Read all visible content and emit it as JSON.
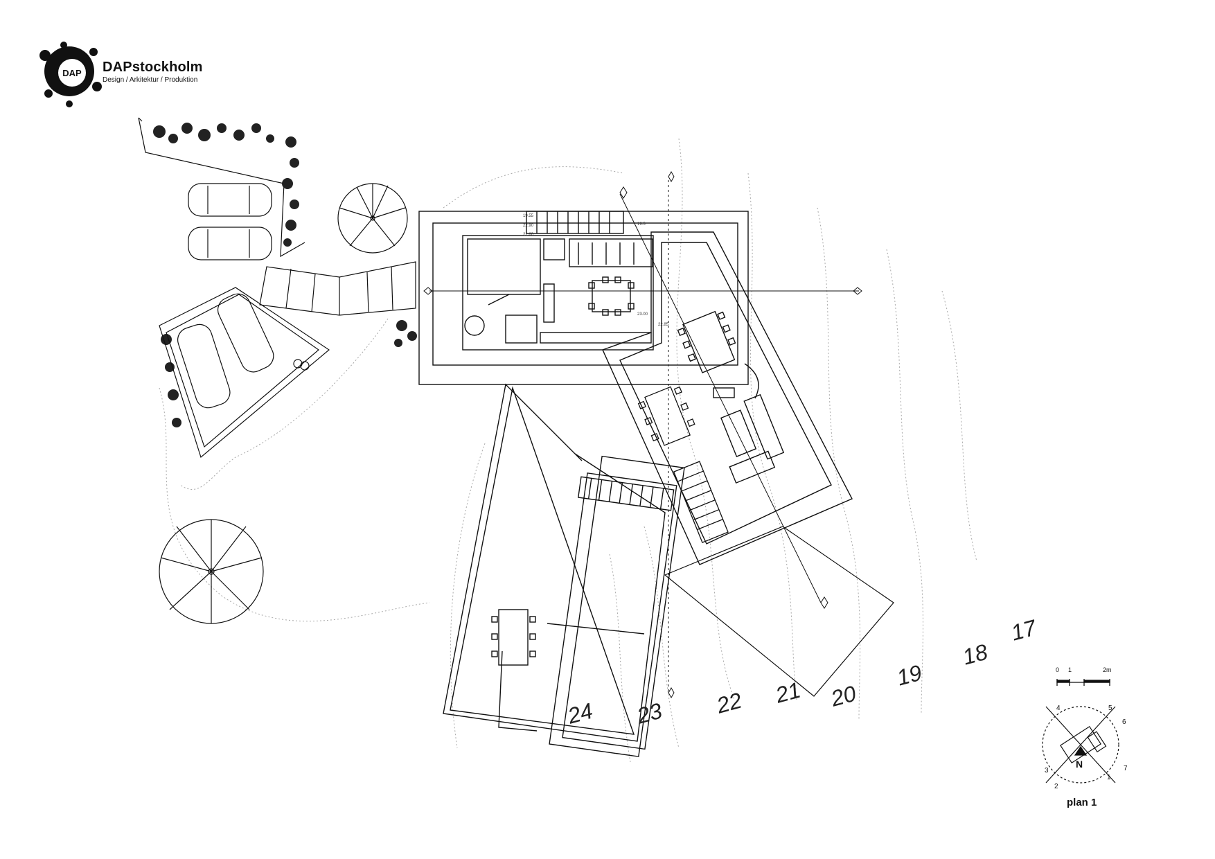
{
  "brand": {
    "logo_mark": "DAP",
    "name": "DAPstockholm",
    "tagline": "Design / Arkitektur / Produktion"
  },
  "contour_labels": [
    "24",
    "23",
    "22",
    "21",
    "20",
    "19",
    "18",
    "17"
  ],
  "room_labels": [
    "19.55",
    "22.90",
    "22.60",
    "23.00",
    "22.85",
    "19.5"
  ],
  "scale_bar": {
    "labels": [
      "0",
      "1",
      "2m"
    ]
  },
  "compass": {
    "north_label": "N",
    "numbers": [
      "1",
      "2",
      "3",
      "4",
      "5",
      "6",
      "7"
    ]
  },
  "plan_title": "plan 1",
  "colors": {
    "line": "#111111",
    "contour": "#9a9a9a",
    "background": "#ffffff"
  }
}
